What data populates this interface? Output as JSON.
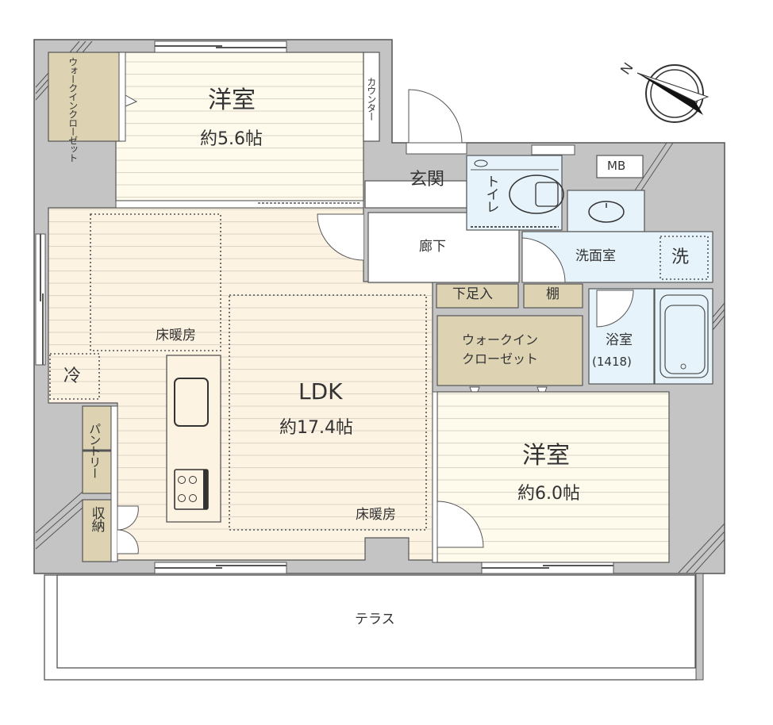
{
  "floorplan": {
    "colors": {
      "wall": "#c4c4c4",
      "wall_line": "#555555",
      "wood_room": "#fefaec",
      "ldk_floor": "#fdf3e2",
      "closet": "#ddd3b3",
      "wet_area": "#e6f3fb",
      "hall": "#ffffff",
      "stripe": "#d9d4c6"
    },
    "compass": {
      "icon": "north-arrow-compass-icon",
      "label": "N"
    },
    "rooms": {
      "western_room_1": {
        "name": "洋室",
        "size": "約5.6帖"
      },
      "western_room_2": {
        "name": "洋室",
        "size": "約6.0帖"
      },
      "ldk": {
        "name": "LDK",
        "size": "約17.4帖"
      },
      "walk_in_closet_1": {
        "name": "ウォークインクローゼット"
      },
      "walk_in_closet_2": {
        "name_line1": "ウォークイン",
        "name_line2": "クローゼット"
      },
      "counter": {
        "name": "カウンター"
      },
      "entrance": {
        "name": "玄関"
      },
      "toilet": {
        "name": "トイレ"
      },
      "meter_box": {
        "name": "MB"
      },
      "hallway": {
        "name": "廊下"
      },
      "washroom": {
        "name": "洗面室"
      },
      "washer": {
        "name": "洗"
      },
      "shoe_closet": {
        "name": "下足入"
      },
      "shelf": {
        "name": "棚"
      },
      "bathroom": {
        "name": "浴室",
        "size": "(1418)"
      },
      "fridge": {
        "name": "冷"
      },
      "pantry": {
        "name": "パントリー"
      },
      "storage": {
        "name": "収納"
      },
      "floor_heating_1": {
        "name": "床暖房"
      },
      "floor_heating_2": {
        "name": "床暖房"
      },
      "terrace": {
        "name": "テラス"
      }
    }
  }
}
